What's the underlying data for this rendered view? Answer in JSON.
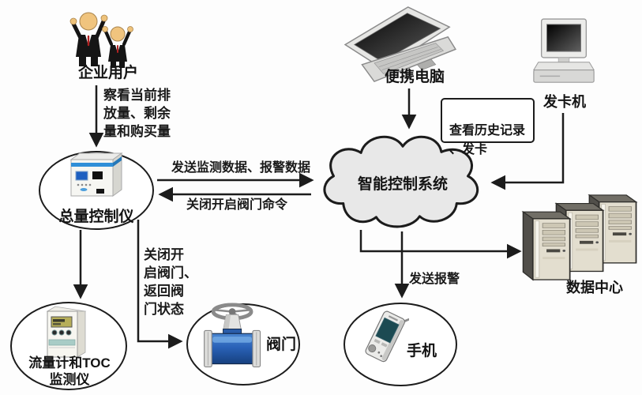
{
  "nodes": {
    "enterprise_user": "企业用户",
    "laptop": "便携电脑",
    "card_machine": "发卡机",
    "total_controller": "总量控制仪",
    "control_system": "智能控制系统",
    "data_center": "数据中心",
    "flow_meter": "流量计和TOC\n监测仪",
    "valve": "阀门",
    "phone": "手机"
  },
  "edges": {
    "user_to_controller": "察看当前排\n放量、剩余\n量和购买量",
    "controller_to_cloud": "发送监测数据、报警数据",
    "cloud_to_controller": "关闭开启阀门命令",
    "laptop_note": "查看历史记录\n、发卡",
    "controller_to_valve": "关闭开\n启阀门、\n返回阀\n门状态",
    "cloud_to_phone": "发送报警"
  },
  "connections": [
    {
      "from": "enterprise_user",
      "to": "total_controller",
      "label": "察看当前排放量、剩余量和购买量"
    },
    {
      "from": "laptop",
      "to": "control_system",
      "label": ""
    },
    {
      "from": "card_machine",
      "to": "control_system",
      "label": ""
    },
    {
      "from": "total_controller",
      "to": "control_system",
      "label": "发送监测数据、报警数据"
    },
    {
      "from": "control_system",
      "to": "total_controller",
      "label": "关闭开启阀门命令"
    },
    {
      "from": "control_system",
      "to": "data_center",
      "label": ""
    },
    {
      "from": "control_system",
      "to": "phone",
      "label": "发送报警"
    },
    {
      "from": "total_controller",
      "to": "flow_meter",
      "label": ""
    },
    {
      "from": "total_controller",
      "to": "valve",
      "label": "关闭开启阀门、返回阀门状态"
    }
  ],
  "icons": {
    "enterprise_user": "business-users-icon",
    "laptop": "laptop-icon",
    "card_machine": "desktop-computer-icon",
    "total_controller": "controller-device-icon",
    "flow_meter": "flow-meter-device-icon",
    "valve": "valve-icon",
    "phone": "mobile-phone-icon",
    "data_center": "server-towers-icon",
    "control_system": "cloud-shape"
  },
  "colors": {
    "background": "#fdfdfd",
    "line": "#1c1c1c",
    "cloud_fill": "#e8e8e8",
    "valve_blue": "#2a62b8",
    "device_stripe_blue": "#2f8fd8",
    "screen_teal": "#1c4a52"
  }
}
